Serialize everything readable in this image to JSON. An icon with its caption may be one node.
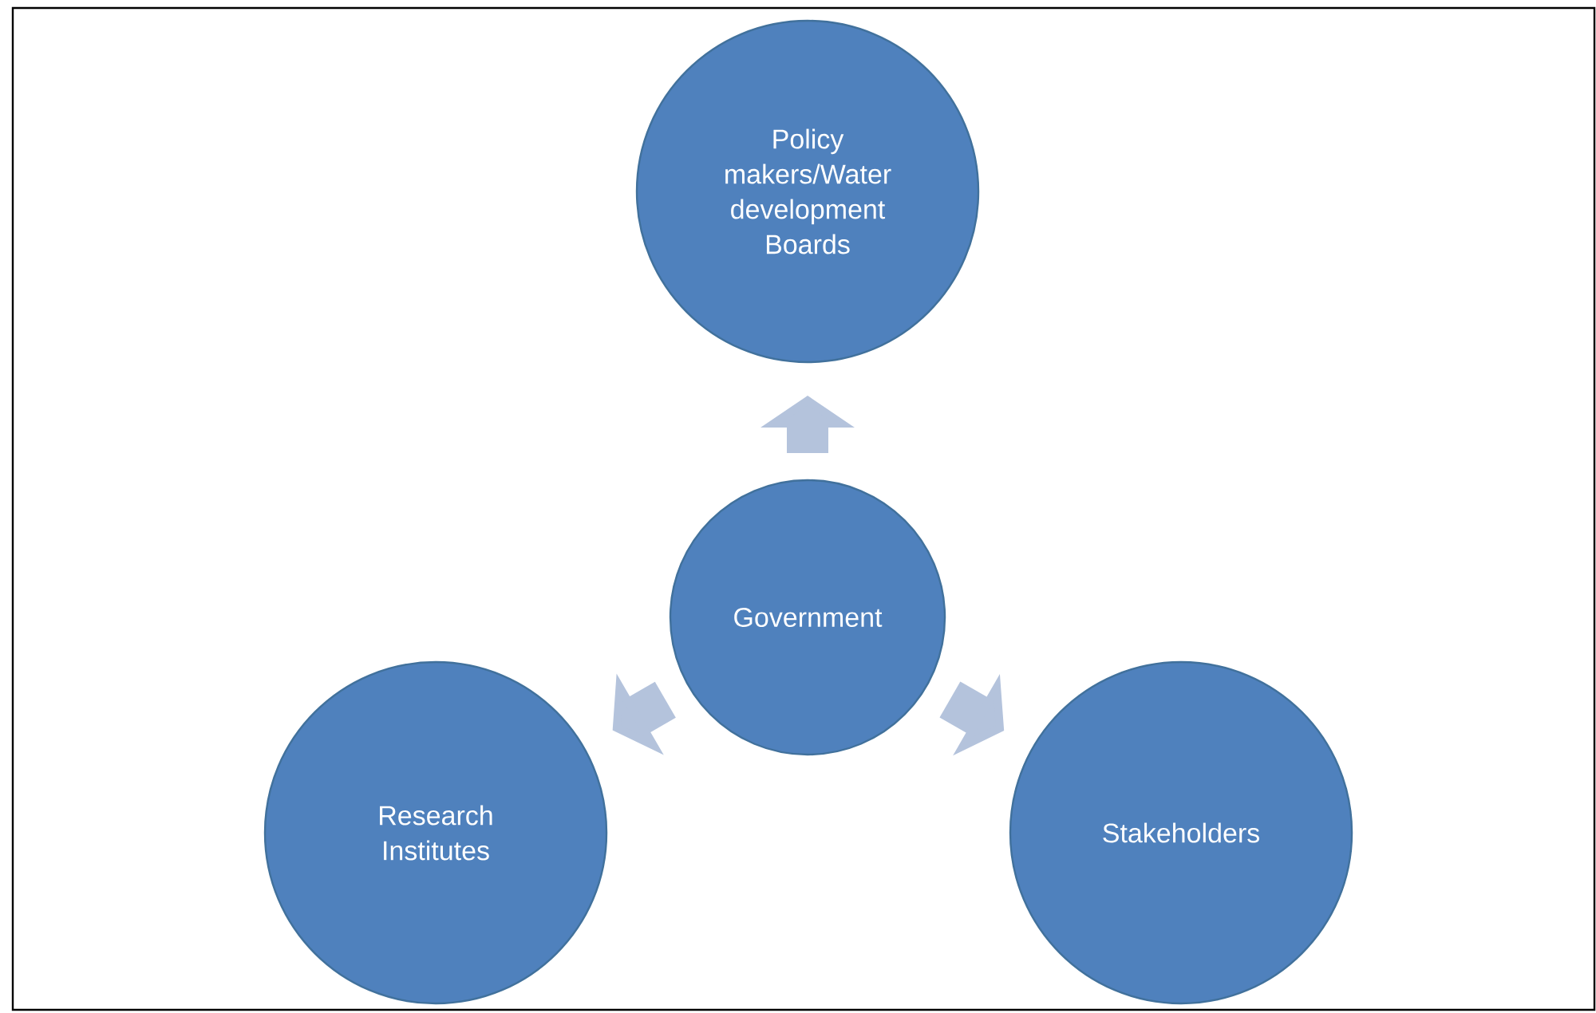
{
  "diagram": {
    "nodes": [
      {
        "text": [
          "Policy makers/Water development Boards"
        ]
      },
      {
        "text": [
          "Government"
        ]
      },
      {
        "text": [
          "Research Institutes"
        ]
      },
      {
        "text": [
          "Stakeholders"
        ]
      }
    ],
    "edges": [
      {
        "from": 1,
        "to": 0,
        "arrow": "to"
      },
      {
        "from": 1,
        "to": 2,
        "arrow": "to"
      },
      {
        "from": 1,
        "to": 3,
        "arrow": "to"
      }
    ]
  }
}
